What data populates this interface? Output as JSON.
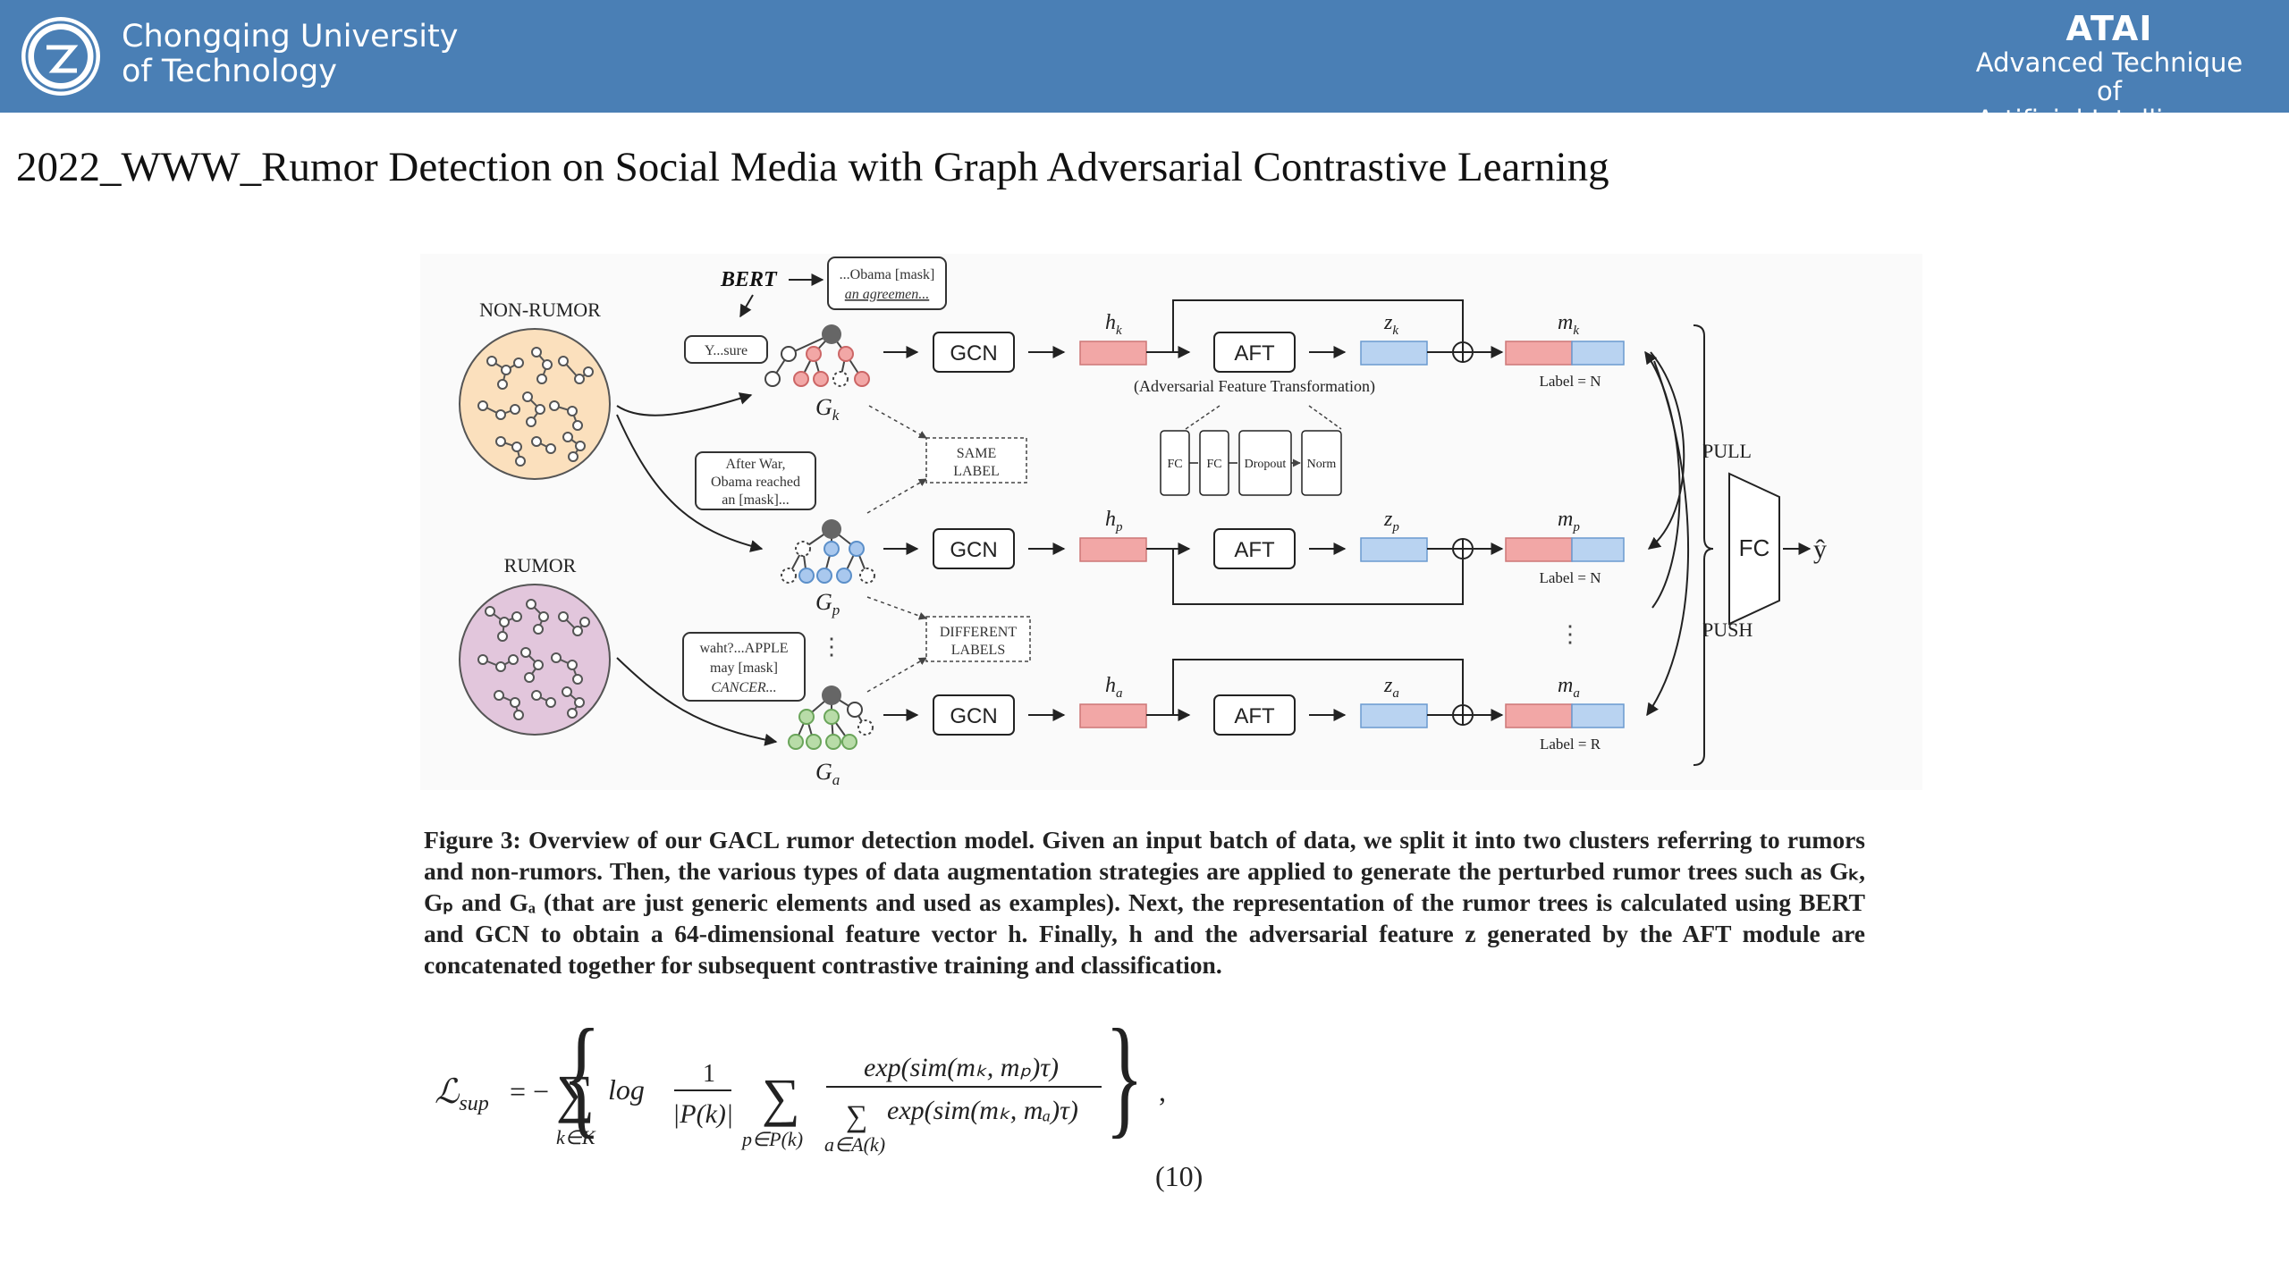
{
  "header": {
    "university_line1": "Chongqing University",
    "university_line2": "of Technology",
    "brand": "ATAI",
    "brand_line1": "Advanced Technique of",
    "brand_line2": "Artificial  Intelligence"
  },
  "slide_title": "2022_WWW_Rumor Detection on Social Media with Graph Adversarial Contrastive Learning",
  "figure": {
    "non_rumor_label": "NON-RUMOR",
    "rumor_label": "RUMOR",
    "bert_label": "BERT",
    "bubble_top_1": "...Obama [mask]",
    "bubble_top_2": "an agreemen...",
    "bubble_small": "Y...sure",
    "bubble_mid_1": "After War,",
    "bubble_mid_2": "Obama reached",
    "bubble_mid_3": "an [mask]...",
    "bubble_bot_1": "waht?...APPLE",
    "bubble_bot_2": "may [mask]",
    "bubble_bot_3": "CANCER...",
    "gcn": "GCN",
    "aft": "AFT",
    "aft_desc": "(Adversarial Feature Transformation)",
    "same_label_1": "SAME",
    "same_label_2": "LABEL",
    "different_labels_1": "DIFFERENT",
    "different_labels_2": "LABELS",
    "module_fc": "FC",
    "module_dropout": "Dropout",
    "module_norm": "Norm",
    "label_n": "Label = N",
    "label_r": "Label = R",
    "pull": "PULL",
    "push": "PUSH",
    "fc": "FC",
    "yhat": "ŷ",
    "dots": "⋮",
    "g_k": "G",
    "g_p": "G",
    "g_a": "G",
    "sub_k": "k",
    "sub_p": "p",
    "sub_a": "a",
    "h": "h",
    "z": "z",
    "m": "m"
  },
  "caption": "Figure 3: Overview of our GACL rumor detection model. Given an input batch of data, we split it into two clusters referring to rumors and non-rumors. Then, the various types of data augmentation strategies are applied to generate the perturbed rumor trees such as Gₖ, Gₚ and Gₐ (that are just generic elements and used as examples). Next, the representation of the rumor trees is calculated using BERT and GCN to obtain a 64-dimensional feature vector h. Finally, h and the adversarial feature z generated by the AFT module are concatenated together for subsequent contrastive training and classification.",
  "equation": {
    "lhs": "ℒ",
    "lhs_sub": "sup",
    "equals": "= −",
    "sigma": "∑",
    "sum_k_sub": "k∈K",
    "log": "log",
    "one": "1",
    "pk": "|P(k)|",
    "sum_p_sub": "p∈P(k)",
    "numerator": "exp(sim(mₖ, mₚ)τ)",
    "denominator": "exp(sim(mₖ, mₐ)τ)",
    "sum_a_sub": "a∈A(k)",
    "lbrace": "{",
    "rbrace": "}",
    "comma": ",",
    "number": "(10)"
  },
  "colors": {
    "header_bg": "#4a7fb5",
    "non_rumor_fill": "#fbe0bd",
    "rumor_fill": "#e2c6dc",
    "h_vector": "#f2a7a6",
    "z_vector": "#b9d3f1",
    "node_red": "#f2a7a6",
    "node_blue": "#a9c8ee",
    "node_green": "#b8dca8"
  }
}
